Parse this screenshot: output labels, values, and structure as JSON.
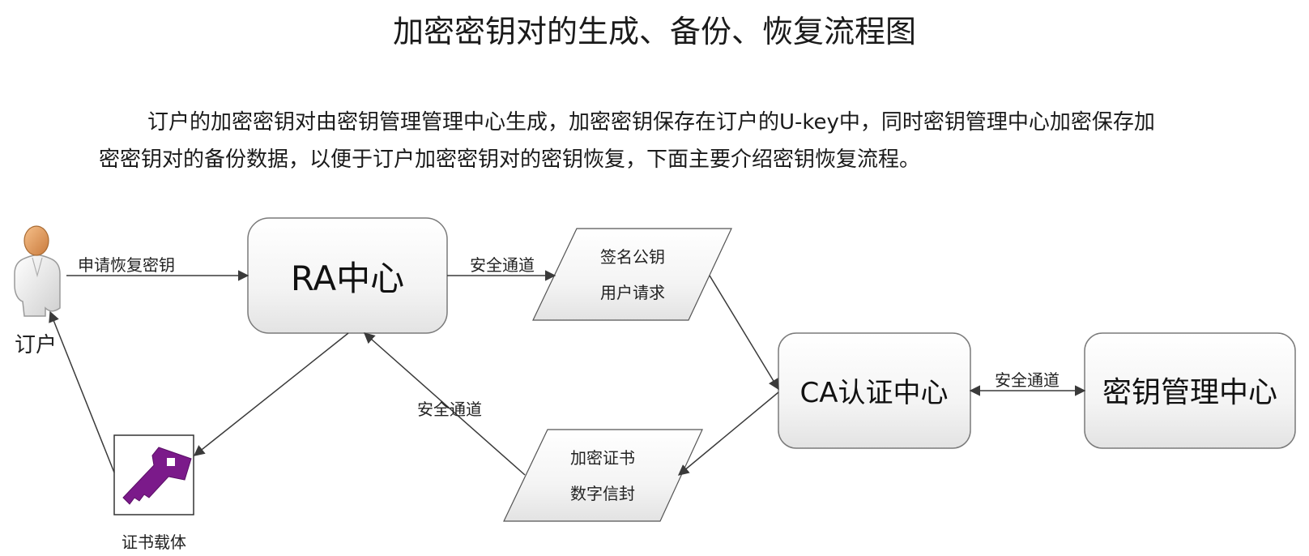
{
  "title": "加密密钥对的生成、备份、恢复流程图",
  "intro": {
    "line1": "订户的加密密钥对由密钥管理管理中心生成，加密密钥保存在订户的U-key中，同时密钥管理中心加密保存加",
    "line2": "密密钥对的备份数据，以便于订户加密密钥对的密钥恢复，下面主要介绍密钥恢复流程。"
  },
  "nodes": {
    "subscriber": {
      "label": "订户",
      "icon": "user-icon"
    },
    "ra": {
      "label": "RA中心"
    },
    "ca": {
      "label": "CA认证中心"
    },
    "kmc": {
      "label": "密钥管理中心"
    },
    "sign_data": {
      "line1": "签名公钥",
      "line2": "用户请求"
    },
    "cert_data": {
      "line1": "加密证书",
      "line2": "数字信封"
    },
    "cert_carrier": {
      "label": "证书载体",
      "icon": "key-icon",
      "icon_color": "#7b1a8a"
    }
  },
  "edges": {
    "request_recover": "申请恢复密钥",
    "ra_to_sign": "安全通道",
    "ca_kmc": "安全通道",
    "cert_to_ra": "安全通道"
  },
  "colors": {
    "box_border": "#7a7a7a",
    "arrow": "#3a3a3a",
    "user_head": "#e9a060"
  }
}
